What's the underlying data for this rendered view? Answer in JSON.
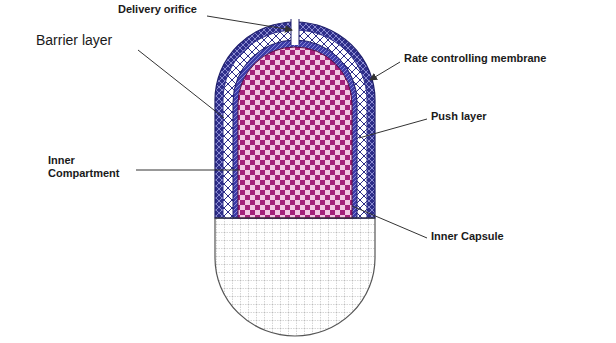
{
  "diagram": {
    "labels": [
      "Delivery orifice",
      "Barrier layer",
      "Rate controlling membrane",
      "Push layer",
      "Inner Compartment",
      "Inner Capsule"
    ]
  }
}
